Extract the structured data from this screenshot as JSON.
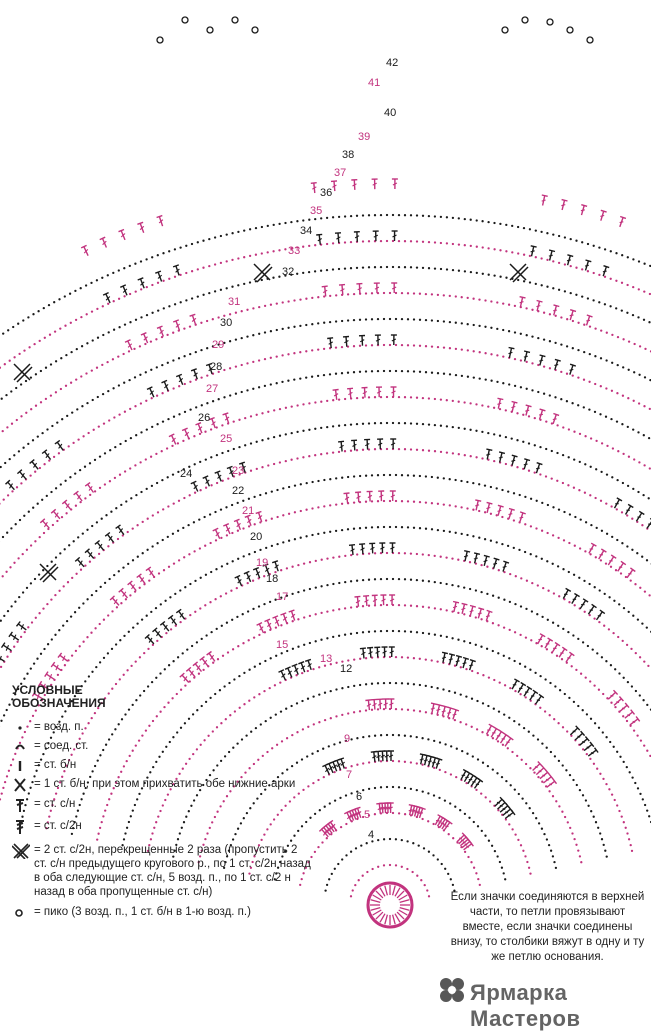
{
  "colors": {
    "pink": "#c2337e",
    "black": "#1a1a1a"
  },
  "diagram": {
    "round_numbers_black": [
      "4",
      "6",
      "12",
      "18",
      "20",
      "22",
      "24",
      "26",
      "28",
      "30",
      "32",
      "34",
      "36",
      "38",
      "40",
      "42"
    ],
    "round_numbers_pink": [
      "5",
      "7",
      "9",
      "13",
      "15",
      "17",
      "19",
      "21",
      "23",
      "25",
      "27",
      "29",
      "31",
      "33",
      "35",
      "37",
      "39",
      "41"
    ]
  },
  "legend": {
    "title_line1": "УСЛОВНЫЕ",
    "title_line2": "ОБОЗНАЧЕНИЯ",
    "items": [
      {
        "icon": "dot-chain-icon",
        "text": "= возд. п."
      },
      {
        "icon": "slip-stitch-arc-icon",
        "text": "= соед. ст."
      },
      {
        "icon": "single-crochet-bar-icon",
        "text": "= ст. б/н"
      },
      {
        "icon": "x-cross-icon",
        "text": "= 1 ст. б/н, при этом прихватить обе нижние арки"
      },
      {
        "icon": "double-crochet-icon",
        "text": "= ст. с/н"
      },
      {
        "icon": "double-treble-icon",
        "text": "= ст. с/2н"
      },
      {
        "icon": "crossed-trebles-icon",
        "text": "= 2 ст. с/2н, перекрещенные 2 раза (пропустить 2 ст. с/н предыдущего кругового р., по 1 ст. с/2н назад в оба следующие ст. с/н, 5 возд. п., по 1 ст. с/2 н назад в оба пропущенные ст. с/н)"
      },
      {
        "icon": "picot-icon",
        "text": "= пико (3 возд. п., 1 ст. б/н в 1-ю возд. п.)"
      }
    ]
  },
  "note": "Если значки соединяются в верхней части, то петли провязывают вместе, если значки соединены внизу, то столбики вяжут в одну и ту же петлю основания.",
  "watermark": {
    "text": "Ярмарка Мастеров"
  }
}
